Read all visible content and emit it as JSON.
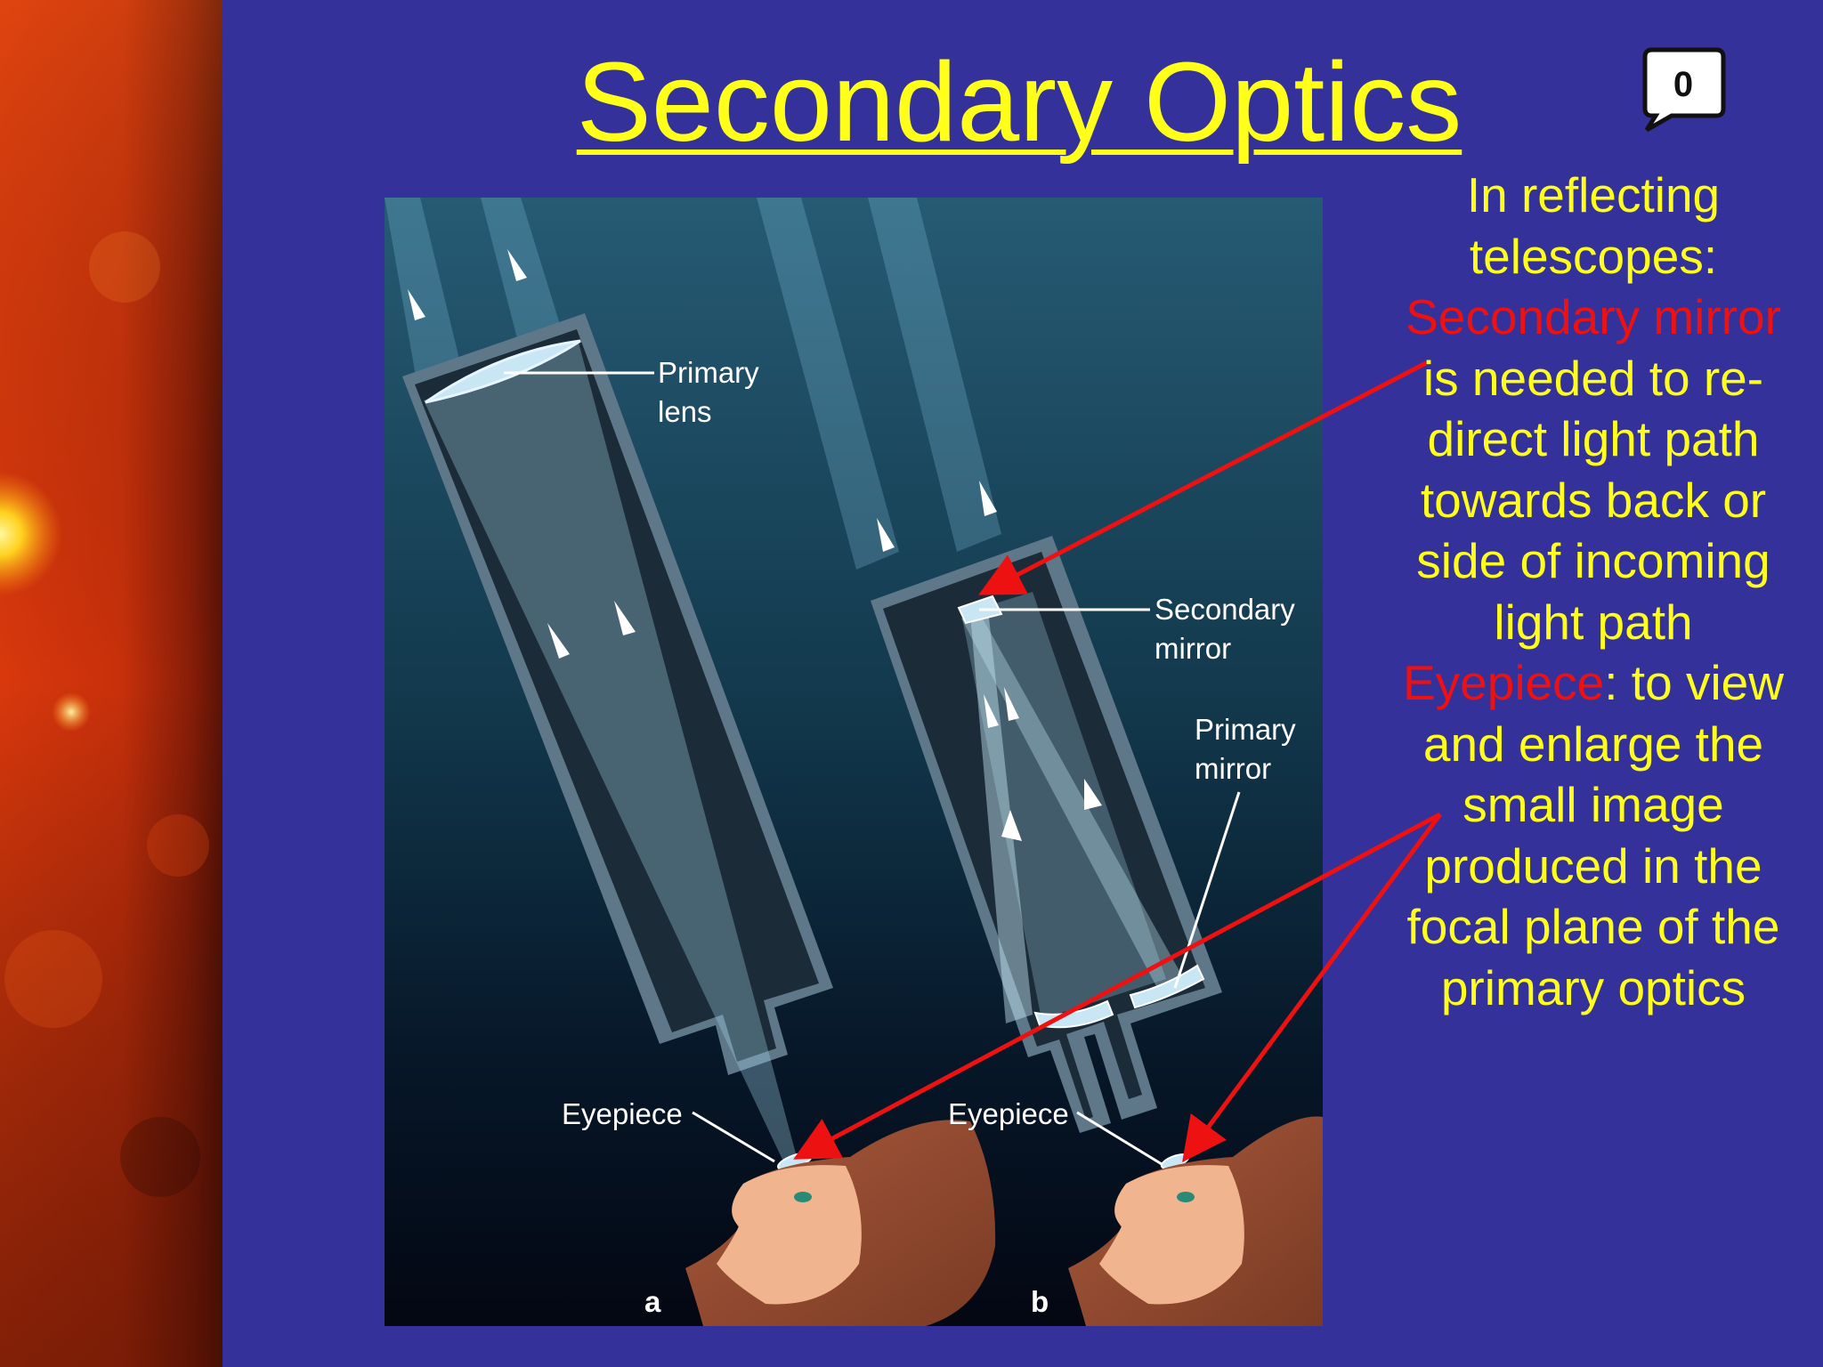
{
  "slide": {
    "title": "Secondary Optics",
    "comment_count": "0"
  },
  "sidebar_text": {
    "intro": "In reflecting telescopes:",
    "secondary_term": "Secondary mirror",
    "secondary_desc": " is needed to re-direct light path towards back or side of incoming light path",
    "eyepiece_term": "Eyepiece",
    "eyepiece_desc": ": to view and enlarge the small image produced in the focal plane of the primary optics"
  },
  "figure": {
    "labels": {
      "primary_lens_1": "Primary",
      "primary_lens_2": "lens",
      "secondary_mirror_1": "Secondary",
      "secondary_mirror_2": "mirror",
      "primary_mirror_1": "Primary",
      "primary_mirror_2": "mirror",
      "eyepiece_a": "Eyepiece",
      "eyepiece_b": "Eyepiece",
      "panel_a": "a",
      "panel_b": "b"
    }
  },
  "colors": {
    "slide_background": "#34319a",
    "title_text": "#ffff1a",
    "highlight_red": "#ee1111",
    "arrow_red": "#ee1111",
    "figure_background_top": "#265b74",
    "figure_background_bottom": "#030712"
  }
}
